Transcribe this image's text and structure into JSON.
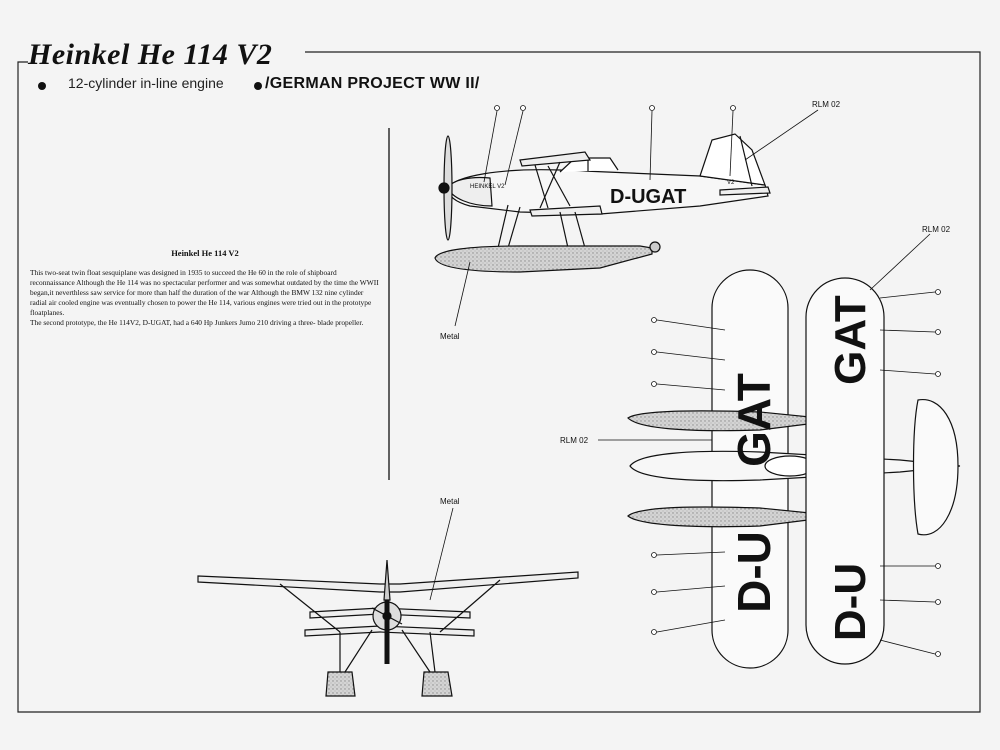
{
  "header": {
    "title": "Heinkel He 114 V2",
    "engine_note": "12-cylinder in-line engine",
    "project": "/GERMAN PROJECT WW II/"
  },
  "article": {
    "heading": "Heinkel He 114 V2",
    "paragraph_1": "This two-seat twin float sesquiplane was designed in 1935 to succeed the He 60 in the role of shipboard reconnaissance Although the He 114 was no spectacular performer and was somewhat outdated by the time the WWII began,it neverthless saw service for more than half the duration of the war Although the BMW 132 nine cylinder radial air cooled engine was eventually chosen to power the He 114, various engines were tried out in the prototype floatplanes.",
    "paragraph_2": "The second prototype, the He 114V2, D-UGAT, had  a 640 Hp Junkers Jumo  210 driving a three- blade propeller."
  },
  "callouts": {
    "rlm_side": "RLM 02",
    "rlm_top": "RLM 02",
    "rlm_plan": "RLM 02",
    "metal_side": "Metal",
    "metal_front": "Metal"
  },
  "markings": {
    "registration": "D-UGAT",
    "fuselage_code": "HEINKEL  V2",
    "tail_code": "V2",
    "upper_wing_gat": "GAT",
    "upper_wing_du": "D-U",
    "lower_wing_gat": "GAT",
    "lower_wing_du": "D-U"
  },
  "colors": {
    "paper": "#f4f4f4",
    "ink": "#111111",
    "metal_fill": "#c9c9c9"
  }
}
